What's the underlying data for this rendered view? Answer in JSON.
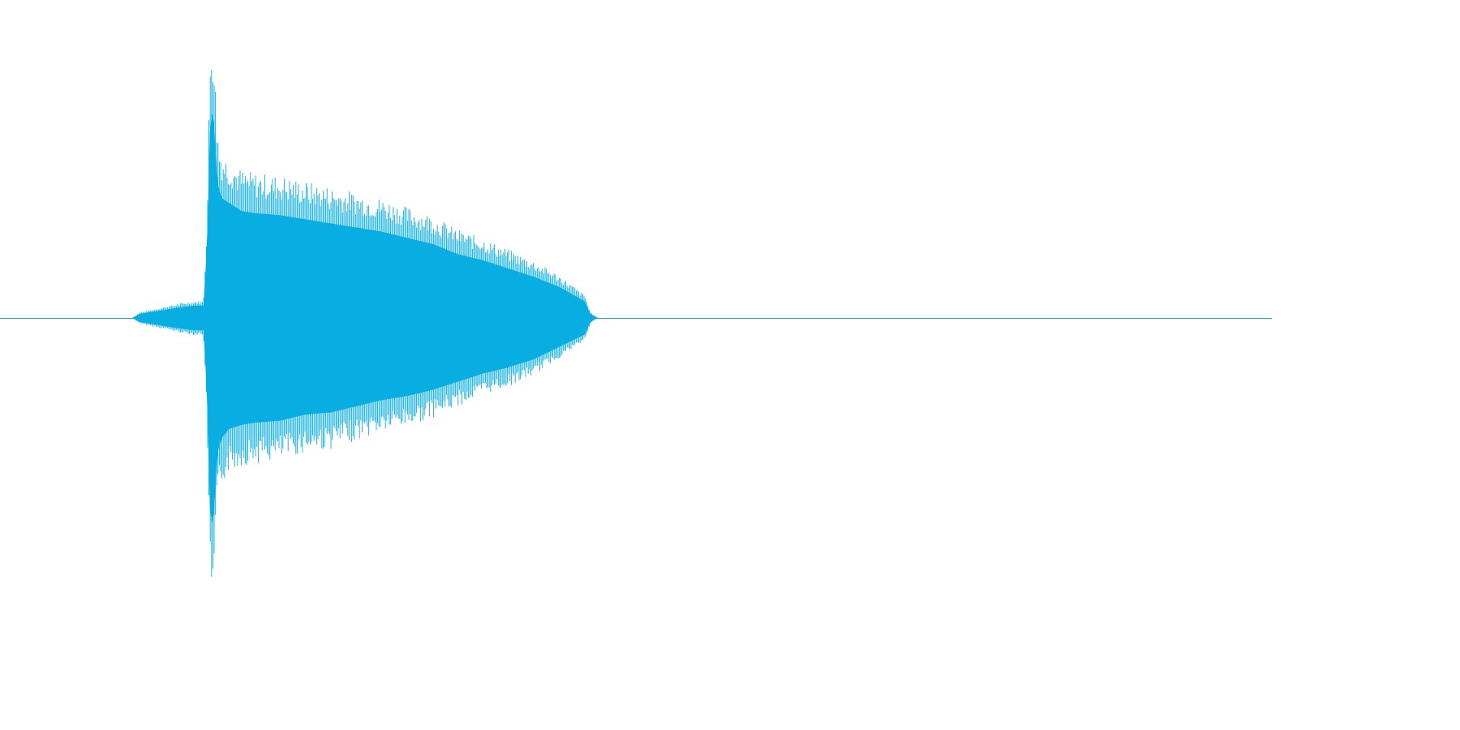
{
  "chart_data": {
    "type": "area",
    "title": "",
    "xlabel": "",
    "ylabel": "",
    "grid": false,
    "legend": "none",
    "ylim": [
      -1,
      1
    ],
    "xlim": [
      0,
      1
    ],
    "color": "#09ADE2",
    "series": [
      {
        "x": [
          0.0,
          0.104,
          0.11,
          0.12,
          0.14,
          0.152,
          0.16,
          0.163,
          0.165,
          0.166,
          0.168,
          0.17,
          0.172,
          0.175,
          0.18,
          0.19,
          0.2,
          0.22,
          0.24,
          0.26,
          0.28,
          0.3,
          0.32,
          0.34,
          0.36,
          0.38,
          0.4,
          0.42,
          0.44,
          0.46,
          0.464,
          0.47,
          0.5,
          0.6,
          0.7,
          0.8,
          0.9,
          1.0
        ],
        "envelope_upper": [
          0.0,
          0.0,
          0.02,
          0.03,
          0.05,
          0.06,
          0.06,
          0.38,
          0.9,
          1.0,
          0.99,
          0.75,
          0.62,
          0.58,
          0.56,
          0.52,
          0.51,
          0.5,
          0.48,
          0.46,
          0.44,
          0.42,
          0.39,
          0.36,
          0.31,
          0.28,
          0.24,
          0.2,
          0.15,
          0.08,
          0.02,
          0.0,
          0.0,
          0.0,
          0.0,
          0.0,
          0.0,
          0.0
        ],
        "envelope_lower": [
          0.0,
          0.0,
          -0.02,
          -0.03,
          -0.05,
          -0.06,
          -0.06,
          -0.4,
          -0.92,
          -1.0,
          -0.99,
          -0.74,
          -0.62,
          -0.58,
          -0.54,
          -0.52,
          -0.51,
          -0.5,
          -0.47,
          -0.46,
          -0.43,
          -0.4,
          -0.38,
          -0.35,
          -0.31,
          -0.27,
          -0.24,
          -0.2,
          -0.14,
          -0.08,
          -0.02,
          0.0,
          0.0,
          0.0,
          0.0,
          0.0,
          0.0,
          0.0
        ]
      }
    ]
  }
}
